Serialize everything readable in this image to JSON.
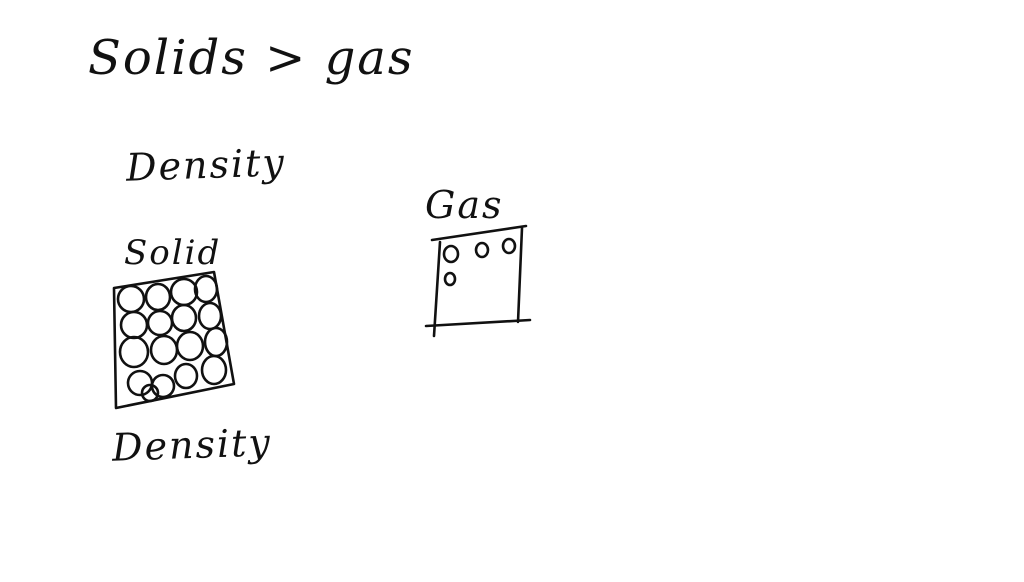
{
  "heading": "Solids > gas",
  "density_top": "Density",
  "solid_label": "Solid",
  "gas_label": "Gas",
  "density_bottom": "Density",
  "colors": {
    "background": "#ffffff",
    "ink": "#111111"
  }
}
